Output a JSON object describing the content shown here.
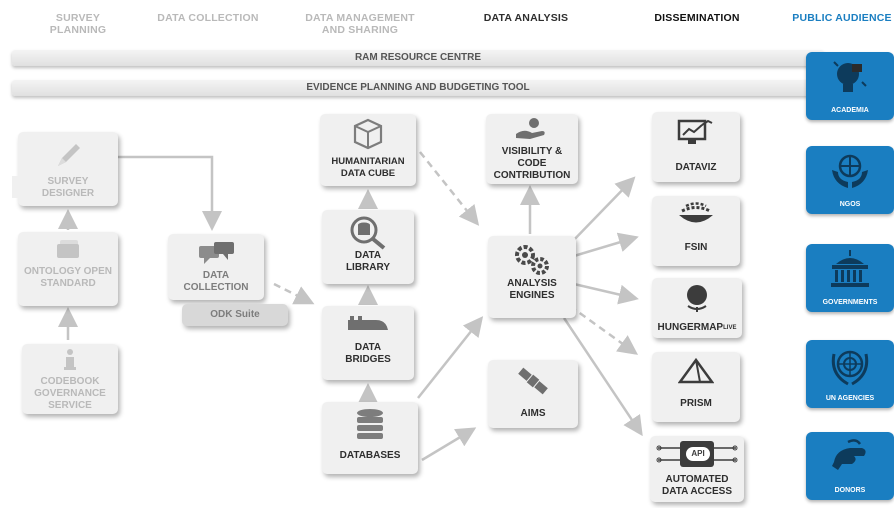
{
  "columns": {
    "survey_planning": "SURVEY PLANNING",
    "data_collection": "DATA COLLECTION",
    "data_management": "DATA MANAGEMENT AND SHARING",
    "data_analysis": "DATA ANALYSIS",
    "dissemination": "DISSEMINATION",
    "public_audience": "PUBLIC AUDIENCE"
  },
  "banners": {
    "ram": "RAM RESOURCE CENTRE",
    "epbt": "EVIDENCE PLANNING AND BUDGETING TOOL"
  },
  "nodes": {
    "survey_designer": "SURVEY DESIGNER",
    "ontology": "ONTOLOGY OPEN STANDARD",
    "codebook": "CODEBOOK GOVERNANCE SERVICE",
    "data_collection": "DATA COLLECTION",
    "odk_suite": "ODK Suite",
    "data_cube": "HUMANITARIAN DATA CUBE",
    "data_library": "DATA LIBRARY",
    "data_bridges": "DATA BRIDGES",
    "databases": "DATABASES",
    "visibility": "VISIBILITY & CODE CONTRIBUTION",
    "analysis_engines": "ANALYSIS ENGINES",
    "aims": "AIMS",
    "dataviz": "DATAVIZ",
    "fsin": "FSIN",
    "hungermap": "HUNGERMAP",
    "hungermap_sup": "LIVE",
    "prism": "PRISM",
    "automated": "AUTOMATED DATA ACCESS",
    "api_label": "API"
  },
  "audience": {
    "academia": "ACADEMIA",
    "ngos": "NGOS",
    "governments": "GOVERNMENTS",
    "un_agencies": "UN AGENCIES",
    "donors": "DONORS"
  },
  "colors": {
    "audience_bg": "#1a7ec1",
    "public_audience_heading": "#1a7ec1",
    "faded_text": "#b9b9b9",
    "mid_text": "#7d7d7d",
    "dark_text": "#2e2e2e"
  }
}
